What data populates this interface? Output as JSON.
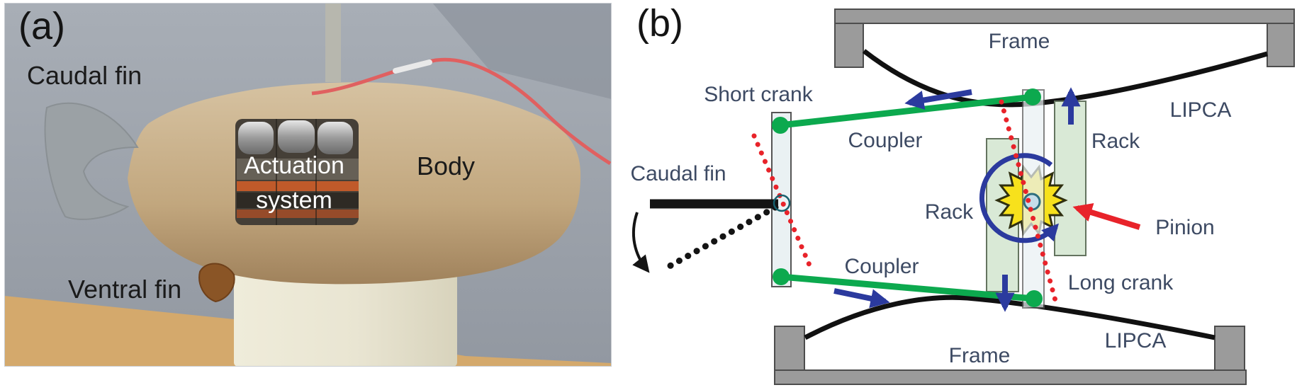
{
  "figure_type": "two-panel paper figure of LIPCA-actuated robotic fish",
  "panel_a": {
    "tag": "(a)",
    "labels": {
      "caudal_fin": "Caudal fin",
      "actuation_line1": "Actuation",
      "actuation_line2": "system",
      "body": "Body",
      "ventral_fin": "Ventral fin"
    }
  },
  "panel_b": {
    "tag": "(b)",
    "labels": {
      "short_crank": "Short crank",
      "coupler_top": "Coupler",
      "coupler_bottom": "Coupler",
      "caudal_fin": "Caudal fin",
      "frame_top": "Frame",
      "frame_bottom": "Frame",
      "lipca_top": "LIPCA",
      "lipca_bottom": "LIPCA",
      "rack_right": "Rack",
      "rack_center": "Rack",
      "pinion": "Pinion",
      "long_crank": "Long crank"
    }
  },
  "colors": {
    "coupler_green": "#0ca94e",
    "arrow_blue": "#2b3a9e",
    "accent_red": "#e8232a",
    "pinion_yellow": "#f7e11c",
    "rack_fill": "#d9e9d6",
    "crank_fill": "#eaf1f3",
    "frame_gray": "#9b9b9b",
    "diagram_label": "#3d4a63",
    "photo_background": "#a0a6ae",
    "fish_body_tan": "#c4ab85",
    "table_tan": "#d4a96c",
    "photo_label_black": "#1a1a1a",
    "photo_label_white": "#ffffff"
  }
}
